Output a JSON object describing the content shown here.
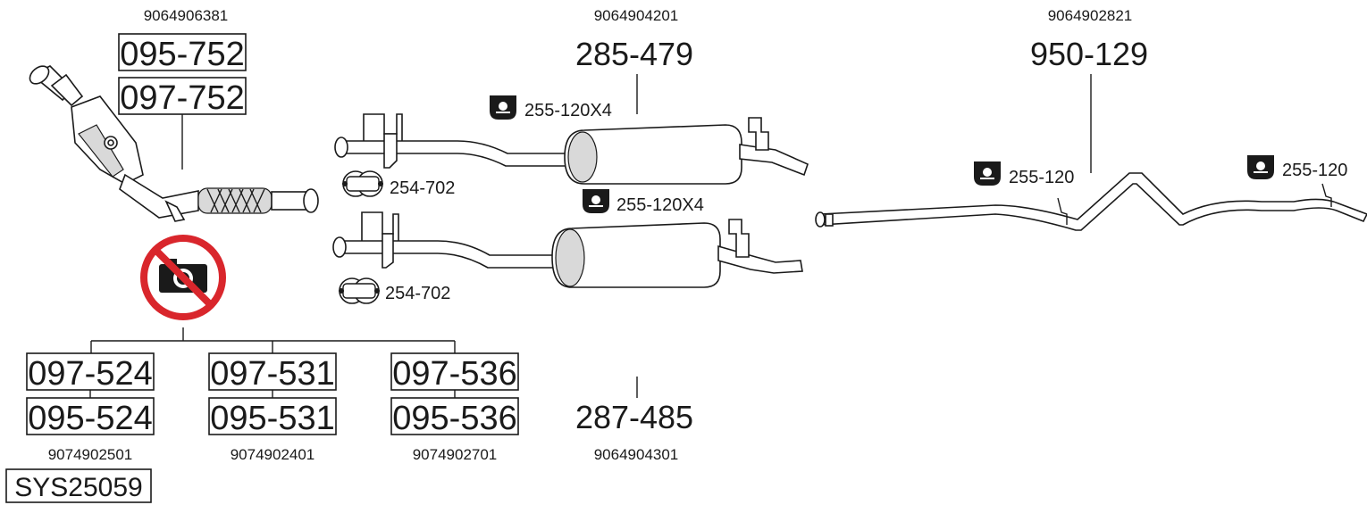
{
  "catalyst": {
    "oe": "9064906381",
    "parts": [
      "095-752",
      "097-752"
    ]
  },
  "center_muffler": {
    "oe": "9064904201",
    "part": "285-479",
    "hanger": "255-120X4",
    "clamp": "254-702"
  },
  "center_muffler_alt": {
    "oe": "9064904301",
    "part": "287-485",
    "hanger": "255-120X4",
    "clamp": "254-702"
  },
  "tailpipe": {
    "oe": "9064902821",
    "part": "950-129",
    "hanger_left": "255-120",
    "hanger_right": "255-120"
  },
  "dpf_options": [
    {
      "parts": [
        "097-524",
        "095-524"
      ],
      "oe": "9074902501"
    },
    {
      "parts": [
        "097-531",
        "095-531"
      ],
      "oe": "9074902401"
    },
    {
      "parts": [
        "097-536",
        "095-536"
      ],
      "oe": "9074902701"
    }
  ],
  "system_code": "SYS25059",
  "colors": {
    "no_camera_sign": "#d9262c",
    "line": "#1a1a1a"
  }
}
